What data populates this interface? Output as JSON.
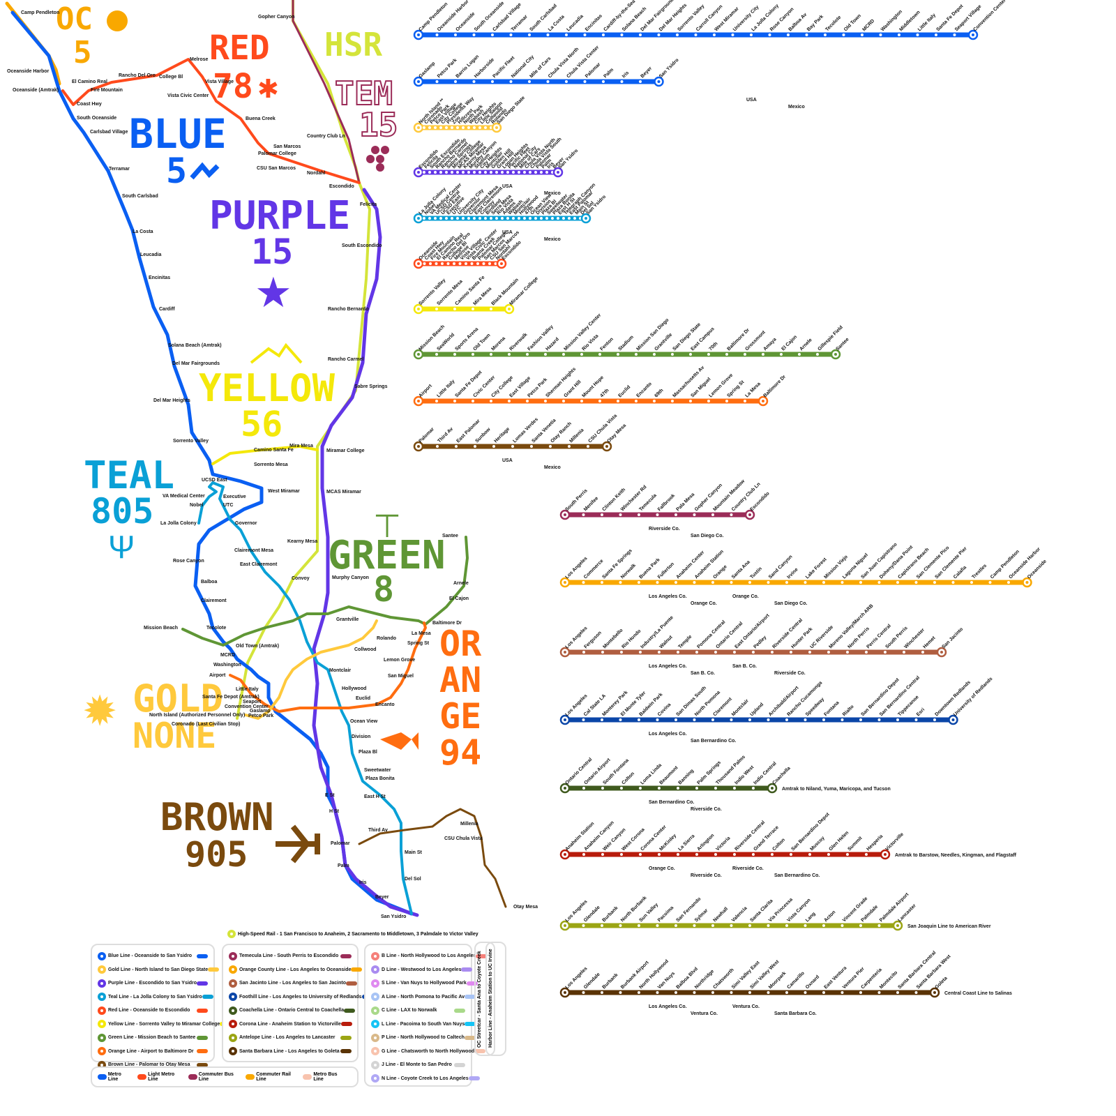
{
  "map_title_blocks": [
    {
      "text": "OC",
      "sub": "5",
      "color": "#F9A800",
      "icon": "orange-fruit-icon"
    },
    {
      "text": "RED",
      "sub": "78",
      "color": "#FF4A1C",
      "icon": "person-icon"
    },
    {
      "text": "HSR",
      "sub": "",
      "color": "#D4E43A",
      "icon": ""
    },
    {
      "text": "TEM",
      "sub": "15",
      "color": "#9B2C58",
      "icon": "grapes-icon"
    },
    {
      "text": "BLUE",
      "sub": "5",
      "color": "#0A5FF2",
      "icon": "wave-icon"
    },
    {
      "text": "PURPLE",
      "sub": "15",
      "color": "#6236E6",
      "icon": "star-icon"
    },
    {
      "text": "YELLOW",
      "sub": "56",
      "color": "#F4E80A",
      "icon": "mountain-icon"
    },
    {
      "text": "TEAL",
      "sub": "805",
      "color": "#0AA0D6",
      "icon": "trident-icon"
    },
    {
      "text": "GREEN",
      "sub": "8",
      "color": "#5F9635",
      "icon": "tree-icon"
    },
    {
      "text": "GOLD",
      "sub": "NONE",
      "color": "#FFC93C",
      "icon": "sun-icon"
    },
    {
      "text": "ORANGE",
      "sub": "94",
      "color": "#FF6D10",
      "icon": "fish-icon"
    },
    {
      "text": "BROWN",
      "sub": "905",
      "color": "#7A4A0E",
      "icon": "plane-icon"
    }
  ],
  "geo_labels": [
    "Camp Pendleton",
    "Oceanside Harbor",
    "Oceanside (Amtrak)",
    "El Camino Real",
    "Fire Mountain",
    "Coast Hwy",
    "Rancho Del Oro",
    "College Bl",
    "Melrose",
    "Vista Village",
    "Vista Civic Center",
    "South Oceanside",
    "Carlsbad Village",
    "Terramar",
    "South Carlsbad",
    "La Costa",
    "Leucadia",
    "Encinitas",
    "Cardiff",
    "Solana Beach (Amtrak)",
    "Del Mar Fairgrounds",
    "Del Mar Heights",
    "Sorrento Valley",
    "Buena Creek",
    "Palomar College",
    "San Marcos",
    "CSU San Marcos",
    "Nordahl",
    "Escondido",
    "Felicita",
    "Mountain Meadow",
    "Country Club Ln",
    "Gopher Canyon",
    "South Escondido",
    "Rancho Bernardo",
    "Rancho Carmel",
    "Sabre Springs",
    "Miramar College",
    "MCAS Miramar",
    "Kearny Mesa",
    "Black Mountain",
    "Mira Mesa",
    "Camino Santa Fe",
    "Carroll Canyon",
    "Sorrento Mesa",
    "UCSD East",
    "West Miramar",
    "UCSD Central",
    "VA Medical Center",
    "Nobel",
    "Executive",
    "UTC",
    "La Jolla Colony",
    "Governor",
    "University City",
    "Clairemont Mesa",
    "East Clairemont",
    "Rose Canyon",
    "Balboa",
    "Clairemont",
    "Convoy",
    "Birdland",
    "Serra Mesa",
    "Rio Vista",
    "Tecolote",
    "Mission Beach",
    "SeaWorld",
    "Sports Arena",
    "Old Town (Amtrak)",
    "MCRD",
    "Washington",
    "Airport",
    "Little Italy",
    "Santa Fe Depot (Amtrak)",
    "Seaport",
    "Convention Center",
    "Gaslamp",
    "Petco Park",
    "North Island (Authorized Personnel Only)",
    "Coronado (Last Civilian Stop)",
    "Santee",
    "Gillespie Field",
    "Arnele",
    "El Cajon",
    "Amaya",
    "Grossmont",
    "Baltimore Dr",
    "La Mesa",
    "Spring St",
    "Lemon Grove",
    "San Miguel",
    "Encanto",
    "Euclid",
    "Massachusetts Ave",
    "69th",
    "Murphy Canyon",
    "Mission San Diego",
    "Grantville",
    "San Diego State",
    "East Campus",
    "70th",
    "Rolando",
    "Collwood",
    "Little Saigon",
    "City Heights",
    "Montclair",
    "Hollywood",
    "Ocean View",
    "Division",
    "Plaza Bl",
    "Sweetwater",
    "Plaza Bonita",
    "East H St",
    "Telegraph Canyon",
    "East Palomar",
    "Sunbow",
    "Heritage",
    "Lomas Verdes",
    "Santa Venetia",
    "Otay Ranch",
    "Millenia",
    "CSU Chula Vista",
    "Otay Mesa",
    "Third Av",
    "Palomar",
    "Palm",
    "Iris",
    "Beyer",
    "San Ysidro",
    "Main St",
    "Del Sol",
    "H St",
    "E St",
    "Mile of Cars",
    "National City",
    "Pacific Fleet",
    "Harborside",
    "Logan Heights",
    "Grant Hill",
    "Barrio Logan",
    "Sherman Heights",
    "47th",
    "Mount Hope",
    "Golden Hill",
    "Wabash",
    "Adams",
    "Fenton",
    "Stadium",
    "North Park",
    "Hillcrest",
    "Zoo",
    "Presidents Way",
    "East Village",
    "City College",
    "Civic Center",
    "Middletown (Amtrak)",
    "Fashion Valley",
    "Riverwalk",
    "Morena",
    "Mission Valley Center",
    "Hazard"
  ],
  "strips": [
    {
      "line": "Blue",
      "color": "#0A5FF2",
      "stations": [
        "Camp Pendleton",
        "Oceanside Harbor",
        "Oceanside",
        "South Oceanside",
        "Carlsbad Village",
        "Terramar",
        "South Carlsbad",
        "La Costa",
        "Leucadia",
        "Encinitas",
        "Cardiff-by-the-Sea",
        "Solana Beach",
        "Del Mar Fairgrounds",
        "Del Mar Heights",
        "Sorrento Valley",
        "Carroll Canyon",
        "West Miramar",
        "University City",
        "La Jolla Colony",
        "Rose Canyon",
        "Balboa Av",
        "Bay Park",
        "Tecolote",
        "Old Town",
        "MCRD",
        "Washington",
        "Middletown",
        "Little Italy",
        "Santa Fe Depot",
        "Seaport Village",
        "Convention Center",
        "Gaslamp",
        "Petco Park",
        "Barrio Logan",
        "Harborside",
        "Pacific Fleet",
        "National City",
        "Mile of Cars",
        "Chula Vista North",
        "Chula Vista Center",
        "Palomar",
        "Palm",
        "Iris",
        "Beyer",
        "San Ysidro"
      ],
      "border": [
        "USA",
        "Mexico"
      ]
    },
    {
      "line": "Gold",
      "color": "#FFC93C",
      "stations": [
        "North Island **",
        "Coronado",
        "Petco Park",
        "East Village",
        "City College",
        "Presidents Way",
        "Zoo",
        "Hillcrest",
        "North Park",
        "Wabash",
        "City Heights",
        "Little Saigon",
        "Collwood",
        "Rolando",
        "San Diego State"
      ]
    },
    {
      "line": "Purple",
      "color": "#6236E6",
      "stations": [
        "Escondido",
        "Felicita",
        "South Escondido",
        "Rancho Bernardo",
        "Rancho Carmel",
        "Sabre Springs",
        "Miramar College",
        "MCAS Miramar",
        "Kearny Mesa",
        "Murphy Canyon",
        "Stadium",
        "City Heights",
        "Montclair",
        "Golden Hill",
        "Grant Hill",
        "Logan Heights",
        "Pacific Fleet",
        "National City",
        "Mile of Cars",
        "Chula Vista North",
        "Chula Vista South",
        "Palomar",
        "Palm",
        "Iris",
        "Beyer",
        "San Ysidro"
      ],
      "border": [
        "USA",
        "Mexico"
      ]
    },
    {
      "line": "Teal",
      "color": "#0AA0D6",
      "stations": [
        "La Jolla Colony",
        "Nobel",
        "VA Medical Center",
        "UCSD Central",
        "UCSD East",
        "Executive",
        "UTC",
        "University City",
        "Governor",
        "Clairemont Mesa",
        "East Clairemont",
        "Convoy",
        "Birdland",
        "Serra Mesa",
        "Rio Vista",
        "Adams",
        "Wabash",
        "Montclair",
        "Hollywood",
        "47th",
        "Ocean View",
        "Division",
        "Plaza Bl",
        "Sweetwater",
        "Plaza Bonita",
        "East H St",
        "Telegraph Canyon",
        "East Palomar",
        "Main St",
        "Del Sol",
        "San Ysidro"
      ],
      "border": [
        "USA",
        "Mexico"
      ]
    },
    {
      "line": "Red",
      "color": "#FF4A1C",
      "stations": [
        "Oceanside",
        "Coast Hwy",
        "Fire Mountain",
        "El Camino Real",
        "Rancho Del Oro",
        "College Bl",
        "Melrose",
        "Vista Village",
        "Vista Civic Center",
        "Buena Creek",
        "Palomar College",
        "San Marcos",
        "CSU San Marcos",
        "Nordahl",
        "Escondido"
      ]
    },
    {
      "line": "Yellow",
      "color": "#F4E80A",
      "stations": [
        "Sorrento Valley",
        "Sorrento Mesa",
        "Camino Santa Fe",
        "Mira Mesa",
        "Black Mountain",
        "Miramar College"
      ]
    },
    {
      "line": "Green",
      "color": "#5F9635",
      "stations": [
        "Mission Beach",
        "SeaWorld",
        "Sports Arena",
        "Old Town",
        "Morena",
        "Riverwalk",
        "Fashion Valley",
        "Hazard",
        "Mission Valley Center",
        "Rio Vista",
        "Fenton",
        "Stadium",
        "Mission San Diego",
        "Grantville",
        "San Diego State",
        "East Campus",
        "70th",
        "Baltimore Dr",
        "Grossmont",
        "Amaya",
        "El Cajon",
        "Arnele",
        "Gillespie Field",
        "Santee"
      ]
    },
    {
      "line": "Orange",
      "color": "#FF6D10",
      "stations": [
        "Airport",
        "Little Italy",
        "Santa Fe Depot",
        "Civic Center",
        "City College",
        "East Village",
        "Petco Park",
        "Sherman Heights",
        "Grant Hill",
        "Mount Hope",
        "47th",
        "Euclid",
        "Encanto",
        "69th",
        "Massachusetts Av",
        "San Miguel",
        "Lemon Grove",
        "Spring St",
        "La Mesa",
        "Baltimore Dr"
      ]
    },
    {
      "line": "Brown",
      "color": "#7A4A0E",
      "stations": [
        "Palomar",
        "Third Av",
        "East Palomar",
        "Sunbow",
        "Heritage",
        "Lomas Verdes",
        "Santa Venetia",
        "Otay Ranch",
        "Millenia",
        "CSU Chula Vista",
        "Otay Mesa"
      ],
      "border": [
        "USA",
        "Mexico"
      ]
    },
    {
      "line": "Temecula",
      "color": "#9B2C58",
      "stations": [
        "South Perris",
        "Menifee",
        "Clinton Keith",
        "Winchester Rd",
        "Temecula",
        "Fallbrook",
        "Pala Mesa",
        "Gopher Canyon",
        "Mountain Meadow",
        "Country Club Ln",
        "Escondido"
      ],
      "border": [
        "Riverside Co.",
        "San Diego Co."
      ]
    },
    {
      "line": "Orange County",
      "color": "#F9A800",
      "stations": [
        "Los Angeles",
        "Commerce",
        "Santa Fe Springs",
        "Norwalk",
        "Buena Park",
        "Fullerton",
        "Anaheim Center",
        "Anaheim Station",
        "Orange",
        "Santa Ana",
        "Tustin",
        "Sand Canyon",
        "Irvine",
        "Lake Forest",
        "Mission Viejo",
        "Laguna Niguel",
        "San Juan Capistrano",
        "Doheny/Dana Point",
        "Capistrano Beach",
        "San Clemente Pico",
        "San Clemente Pier",
        "Calafia",
        "Trestles",
        "Camp Pendleton",
        "Oceanside Harbor",
        "Oceanside"
      ],
      "border": [
        "Los Angeles Co.",
        "Orange Co.",
        "Orange Co.",
        "San Diego Co."
      ]
    },
    {
      "line": "San Jacinto",
      "color": "#B05E40",
      "stations": [
        "Los Angeles",
        "Ferguson",
        "Montebello",
        "Rio Hondo",
        "Industry/La Puente",
        "Walnut",
        "Temple",
        "Pomona Central",
        "Ontario Central",
        "East Ontario/Airport",
        "Pedley",
        "Riverside Central",
        "Hunter Park",
        "UC Riverside",
        "Moreno Valley/March ARB",
        "North Perris",
        "Perris Central",
        "South Perris",
        "Winchester",
        "Hemet",
        "San Jacinto"
      ],
      "border": [
        "Los Angeles Co.",
        "San B. Co.",
        "San B. Co.",
        "Riverside Co."
      ]
    },
    {
      "line": "Foothill",
      "color": "#0B46A8",
      "stations": [
        "Los Angeles",
        "Cal State LA",
        "Monterey Park",
        "El Monte Tyler",
        "Baldwin Park",
        "Covina",
        "San Dimas South",
        "North Pomona",
        "Claremont",
        "Montclair",
        "Upland",
        "Archibald/Airport",
        "Rancho Cucamonga",
        "Speedway",
        "Fontana",
        "Rialto",
        "San Bernardino Depot",
        "San Bernardino Central",
        "Tippecanoe",
        "Esri",
        "Downtown Redlands",
        "University of Redlands"
      ],
      "border": [
        "Los Angeles Co.",
        "San Bernardino Co."
      ]
    },
    {
      "line": "Coachella",
      "color": "#3F5A1E",
      "stations": [
        "Ontario Central",
        "Ontario Airport",
        "South Fontana",
        "Colton",
        "Loma Linda",
        "Beaumont",
        "Banning",
        "Palm Springs",
        "Thousand Palms",
        "Indio West",
        "Indio Central",
        "Coachella"
      ],
      "terminus_note": "Amtrak to Niland, Yuma, Maricopa, and Tucson",
      "border": [
        "San Bernardino Co.",
        "Riverside Co."
      ]
    },
    {
      "line": "Corona",
      "color": "#B81C0C",
      "stations": [
        "Anaheim Station",
        "Anaheim Canyon",
        "Weir Canyon",
        "West Corona",
        "Corona Center",
        "McKinley",
        "La Sierra",
        "Arlington",
        "Victoria",
        "Riverside Central",
        "Grand Terrace",
        "Colton",
        "San Bernardino Depot",
        "Muscoy",
        "Glen Helen",
        "Summit",
        "Hesperia",
        "Victorville"
      ],
      "terminus_note": "Amtrak to Barstow, Needles, Kingman, and Flagstaff",
      "border": [
        "Orange Co.",
        "Riverside Co.",
        "Riverside Co.",
        "San Bernardino Co."
      ]
    },
    {
      "line": "Antelope",
      "color": "#9BA514",
      "stations": [
        "Los Angeles",
        "Glendale",
        "Burbank",
        "North Burbank",
        "Sun Valley",
        "Pacoima",
        "San Fernando",
        "Sylmar",
        "Newhall",
        "Valencia",
        "Santa Clarita",
        "Via Princessa",
        "Vista Canyon",
        "Lang",
        "Acton",
        "Vincent Grade",
        "Palmdale",
        "Palmdale Airport",
        "Lancaster"
      ],
      "terminus_note": "San Joaquin Line to American River"
    },
    {
      "line": "Santa Barbara",
      "color": "#5A3306",
      "stations": [
        "Los Angeles",
        "Glendale",
        "Burbank",
        "Burbank Airport",
        "North Hollywood",
        "Van Nuys",
        "Balboa Blvd",
        "Northridge",
        "Chatsworth",
        "Simi Valley East",
        "Simi Valley West",
        "Moorpark",
        "Camarillo",
        "Oxnard",
        "East Ventura",
        "Ventura Pier",
        "Carpenteria",
        "Montecito",
        "Santa Barbara Central",
        "Santa Barbara West",
        "Goleta"
      ],
      "terminus_note": "Central Coast Line to Salinas",
      "border": [
        "Los Angeles Co.",
        "Ventura Co.",
        "Ventura Co.",
        "Santa Barbara Co."
      ]
    }
  ],
  "legend": {
    "hsr": {
      "label": "High-Speed Rail - 1 San Francisco to Anaheim, 2 Sacramento to Middletown, 3 Palmdale to Victor Valley",
      "color": "#D4E43A"
    },
    "local": [
      {
        "label": "Blue Line - Oceanside to San Ysidro",
        "color": "#0A5FF2"
      },
      {
        "label": "Gold Line - North Island to San Diego State",
        "color": "#FFC93C"
      },
      {
        "label": "Purple Line - Escondido to San Ysidro",
        "color": "#6236E6"
      },
      {
        "label": "Teal Line - La Jolla Colony to San Ysidro",
        "color": "#0AA0D6"
      },
      {
        "label": "Red Line - Oceanside to Escondido",
        "color": "#FF4A1C"
      },
      {
        "label": "Yellow Line - Sorrento Valley to Miramar College",
        "color": "#F4E80A"
      },
      {
        "label": "Green Line - Mission Beach to Santee",
        "color": "#5F9635"
      },
      {
        "label": "Orange Line - Airport to Baltimore Dr",
        "color": "#FF6D10"
      },
      {
        "label": "Brown Line - Palomar to Otay Mesa",
        "color": "#7A4A0E"
      }
    ],
    "regional": [
      {
        "label": "Temecula Line - South Perris to Escondido",
        "color": "#9B2C58"
      },
      {
        "label": "Orange County Line - Los Angeles to Oceanside",
        "color": "#F9A800"
      },
      {
        "label": "San Jacinto Line - Los Angeles to San Jacinto",
        "color": "#B05E40"
      },
      {
        "label": "Foothill Line - Los Angeles to University of Redlands",
        "color": "#0B46A8"
      },
      {
        "label": "Coachella Line - Ontario Central to Coachella",
        "color": "#3F5A1E"
      },
      {
        "label": "Corona Line - Anaheim Station to Victorville",
        "color": "#B81C0C"
      },
      {
        "label": "Antelope Line - Los Angeles to Lancaster",
        "color": "#9BA514"
      },
      {
        "label": "Santa Barbara Line - Los Angeles to Goleta",
        "color": "#5A3306"
      }
    ],
    "la_metro": [
      {
        "label": "B Line - North Hollywood to Los Angeles",
        "color": "#F5807A"
      },
      {
        "label": "D Line - Westwood to Los Angeles",
        "color": "#A98BF0"
      },
      {
        "label": "S Line - Van Nuys to Hollywood Park",
        "color": "#E08AF0"
      },
      {
        "label": "A Line - North Pomona to Pacific Av",
        "color": "#A8C4F5"
      },
      {
        "label": "C Line - LAX to Norwalk",
        "color": "#A9D98A"
      },
      {
        "label": "L Line - Pacoima to South Van Nuys",
        "color": "#16C4F5"
      },
      {
        "label": "P Line - North Hollywood to Caltech",
        "color": "#D9B98A"
      },
      {
        "label": "G Line - Chatsworth to North Hollywood",
        "color": "#F8C3AE"
      },
      {
        "label": "J Line - El Monte to San Pedro",
        "color": "#D4D4D4"
      },
      {
        "label": "N Line - Coyote Creek to Los Angeles",
        "color": "#B0A8F5"
      }
    ],
    "oc_streetcar": {
      "label": "OC Streetcar - Santa Ana to Coyote Creek",
      "color": "#D97A0A"
    },
    "harbor": {
      "label": "Harbor Line - Anaheim Station to UC Irvine",
      "color": "#F9A800"
    },
    "kinds": [
      {
        "label": "Metro Line",
        "color": "#0A5FF2"
      },
      {
        "label": "Light Metro Line",
        "color": "#FF4A1C"
      },
      {
        "label": "Commuter Bus Line",
        "color": "#9B2C58"
      },
      {
        "label": "Commuter Rail Line",
        "color": "#F9A800"
      },
      {
        "label": "Metro Bus Line",
        "color": "#F8C3AE"
      }
    ]
  }
}
